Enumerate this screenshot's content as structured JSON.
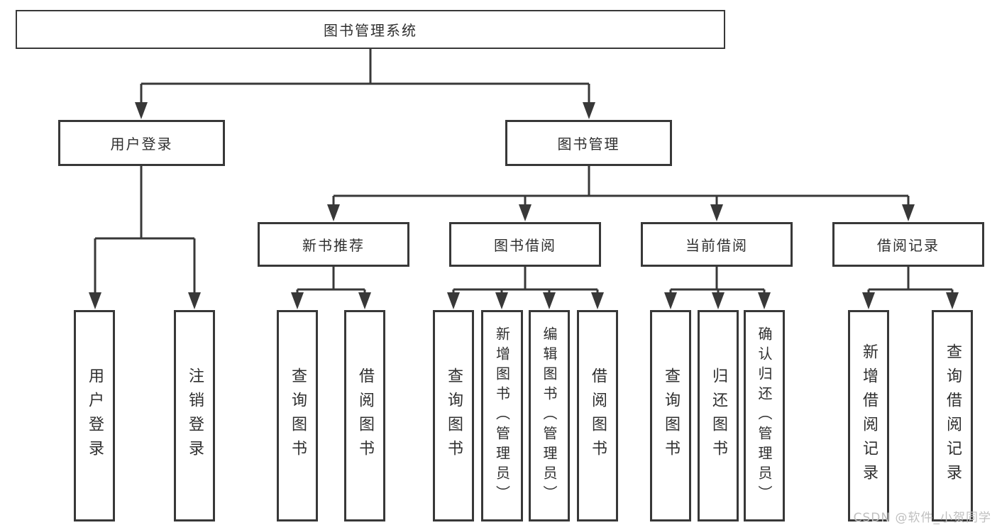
{
  "colors": {
    "line": "#383838",
    "text": "#2f2f2f",
    "watermark": "#bfbfbf",
    "background": "#ffffff",
    "box_fill": "#ffffff"
  },
  "tree": {
    "label": "图书管理系统",
    "children": [
      {
        "label": "用户登录",
        "children": [
          {
            "label": "用户登录"
          },
          {
            "label": "注销登录"
          }
        ]
      },
      {
        "label": "图书管理",
        "children": [
          {
            "label": "新书推荐",
            "children": [
              {
                "label": "查询图书"
              },
              {
                "label": "借阅图书"
              }
            ]
          },
          {
            "label": "图书借阅",
            "children": [
              {
                "label": "查询图书"
              },
              {
                "label": "新增图书（管理员）"
              },
              {
                "label": "编辑图书（管理员）"
              },
              {
                "label": "借阅图书"
              }
            ]
          },
          {
            "label": "当前借阅",
            "children": [
              {
                "label": "查询图书"
              },
              {
                "label": "归还图书"
              },
              {
                "label": "确认归还（管理员）"
              }
            ]
          },
          {
            "label": "借阅记录",
            "children": [
              {
                "label": "新增借阅记录"
              },
              {
                "label": "查询借阅记录"
              }
            ]
          }
        ]
      }
    ]
  },
  "watermark": {
    "text": "CSDN @软件_小贺同学"
  }
}
